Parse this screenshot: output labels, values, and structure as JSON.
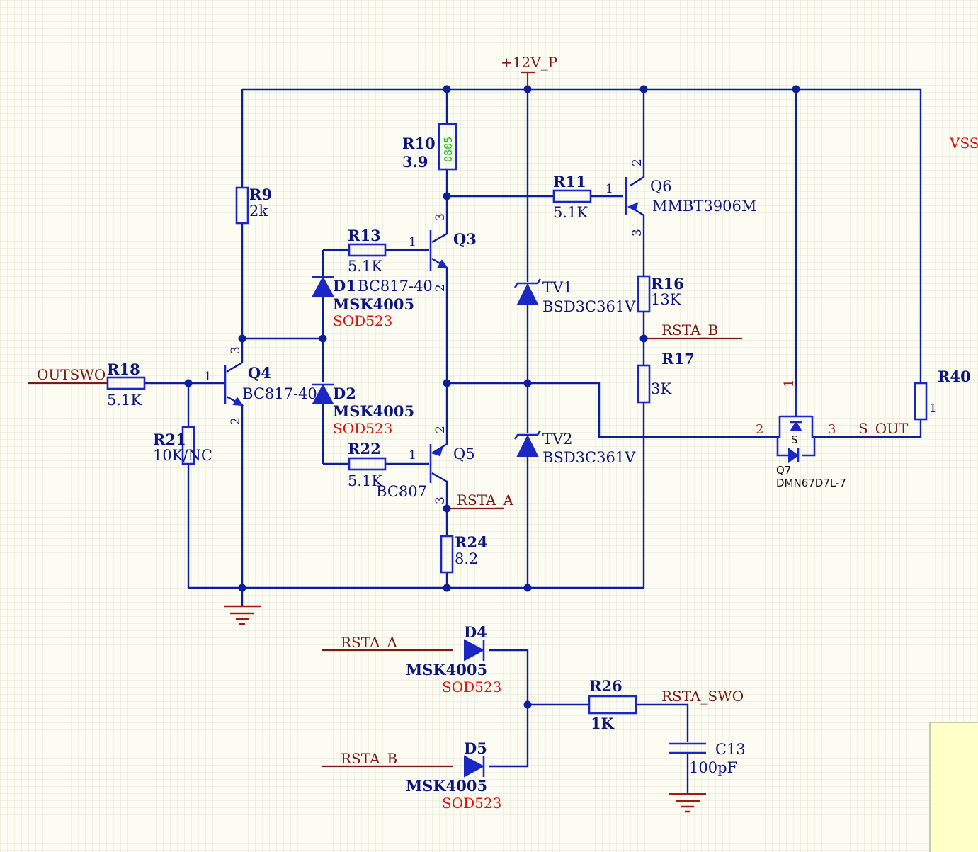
{
  "nets": {
    "power": "+12V_P",
    "vss": "VSS",
    "outswo": "OUTSWO",
    "rsta_a": "RSTA_A",
    "rsta_b": "RSTA_B",
    "s_out": "S_OUT",
    "rsta_a2": "RSTA_A",
    "rsta_b2": "RSTA_B",
    "rsta_swo": "RSTA_SWO"
  },
  "components": {
    "r9": {
      "ref": "R9",
      "value": "2k"
    },
    "r10": {
      "ref": "R10",
      "value": "3.9",
      "footprint": "0805"
    },
    "r11": {
      "ref": "R11",
      "value": "5.1K"
    },
    "r13": {
      "ref": "R13",
      "value": "5.1K"
    },
    "r16": {
      "ref": "R16",
      "value": "13K"
    },
    "r17": {
      "ref": "R17",
      "value": "3K"
    },
    "r18": {
      "ref": "R18",
      "value": "5.1K"
    },
    "r21": {
      "ref": "R21",
      "value": "10K/NC"
    },
    "r22": {
      "ref": "R22",
      "value": "5.1K"
    },
    "r24": {
      "ref": "R24",
      "value": "8.2"
    },
    "r26": {
      "ref": "R26",
      "value": "1K"
    },
    "r40": {
      "ref": "R40"
    },
    "d1": {
      "ref": "D1",
      "value": "MSK4005",
      "package": "SOD523"
    },
    "d2": {
      "ref": "D2",
      "value": "MSK4005",
      "package": "SOD523"
    },
    "d4": {
      "ref": "D4",
      "value": "MSK4005",
      "package": "SOD523"
    },
    "d5": {
      "ref": "D5",
      "value": "MSK4005",
      "package": "SOD523"
    },
    "q3": {
      "ref": "Q3",
      "value": "BC817-40"
    },
    "q4": {
      "ref": "Q4",
      "value": "BC817-40"
    },
    "q5": {
      "ref": "Q5",
      "value": "BC807"
    },
    "q6": {
      "ref": "Q6",
      "value": "MMBT3906M"
    },
    "q7": {
      "ref": "Q7",
      "value": "DMN67D7L-7"
    },
    "tv1": {
      "ref": "TV1",
      "value": "BSD3C361V"
    },
    "tv2": {
      "ref": "TV2",
      "value": "BSD3C361V"
    },
    "c13": {
      "ref": "C13",
      "value": "100pF"
    }
  },
  "pins": {
    "one": "1",
    "two": "2",
    "three": "3",
    "s": "S"
  },
  "colors": {
    "wire": "#0b1e9c",
    "net": "#7a1a14",
    "red_label": "#e01010",
    "grid": "#d8d8c8",
    "background": "#fcfcf2"
  }
}
